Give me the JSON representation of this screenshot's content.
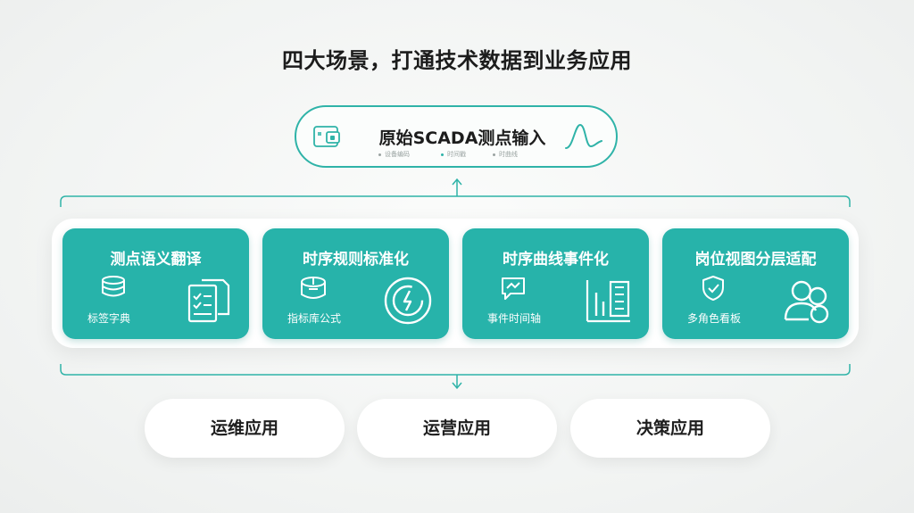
{
  "title": "四大场景，打通技术数据到业务应用",
  "input": {
    "label": "原始SCADA测点输入",
    "subs": [
      "设备编码",
      "时间戳",
      "时曲线"
    ]
  },
  "cards": [
    {
      "title": "测点语义翻译",
      "caption": "标签字典"
    },
    {
      "title": "时序规则标准化",
      "caption": "指标库公式"
    },
    {
      "title": "时序曲线事件化",
      "caption": "事件时间轴"
    },
    {
      "title": "岗位视图分层适配",
      "caption": "多角色看板"
    }
  ],
  "apps": [
    "运维应用",
    "运营应用",
    "决策应用"
  ],
  "colors": {
    "accent": "#27b3aa",
    "line": "#2fb3a8"
  }
}
